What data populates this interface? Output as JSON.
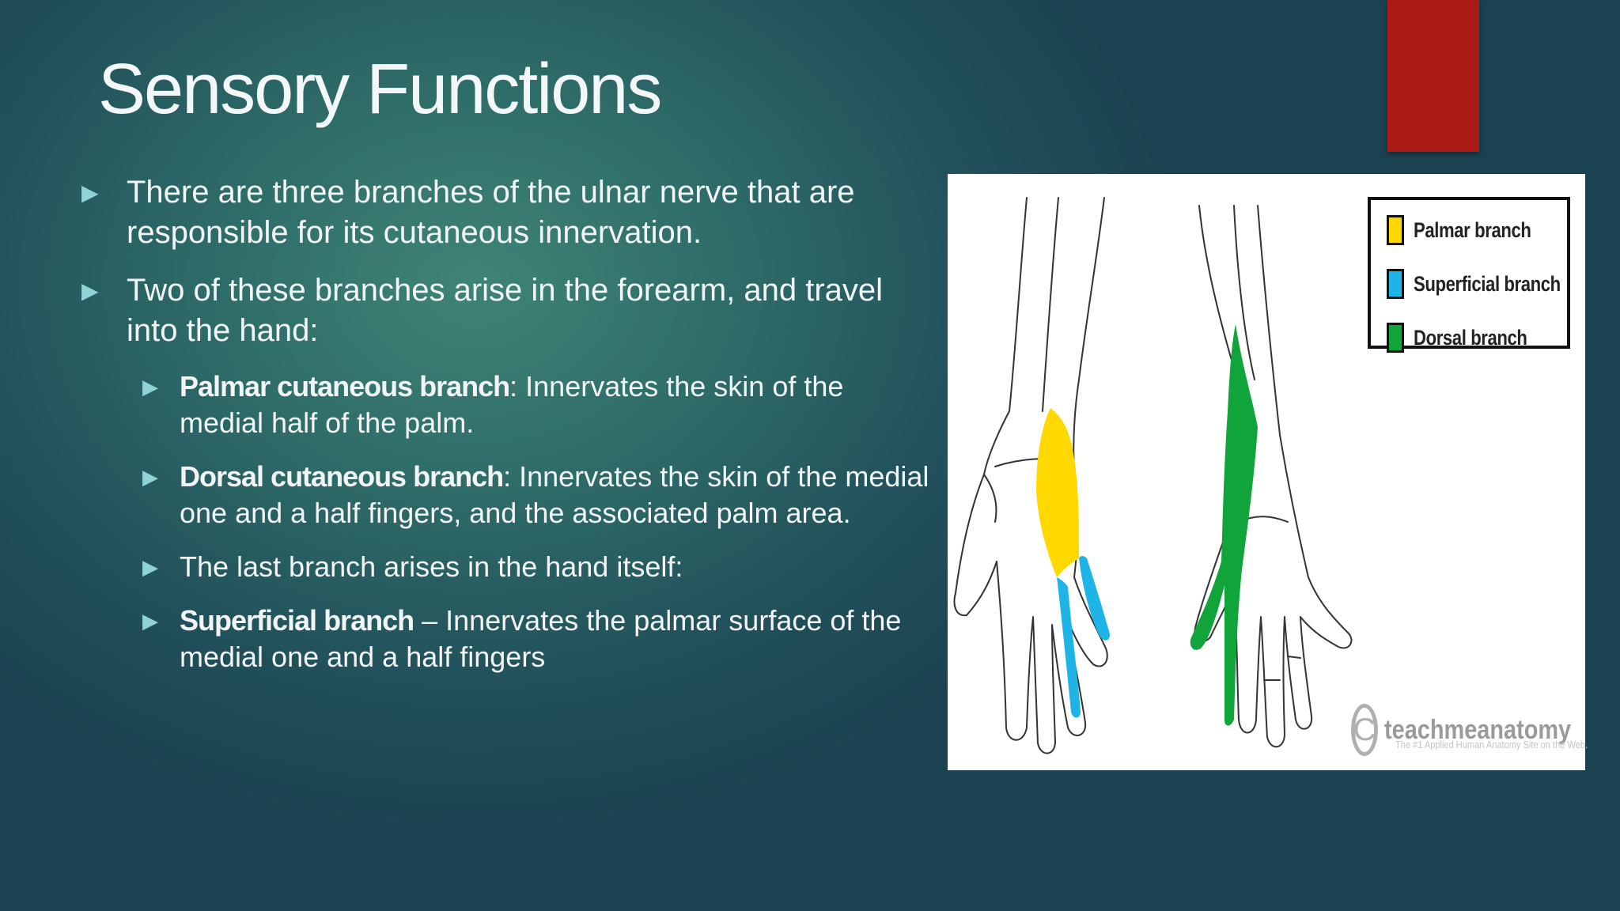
{
  "slide": {
    "title": "Sensory Functions",
    "accent_color": "#a91b14",
    "bullet_color": "#8fd3d6"
  },
  "bullets": [
    {
      "text": "There are three branches of the ulnar nerve that are responsible for its cutaneous innervation."
    },
    {
      "text": "Two of these branches arise in the forearm, and travel into the hand:"
    }
  ],
  "sub_bullets": [
    {
      "bold": "Palmar cutaneous branch",
      "text": ": Innervates the skin of the medial half of the palm."
    },
    {
      "bold": "Dorsal cutaneous branch",
      "text": ": Innervates the skin of the medial one and a half fingers, and the associated palm area."
    },
    {
      "bold": "",
      "text": "The last branch arises in the hand itself:"
    },
    {
      "bold": "Superficial branch",
      "text": " – Innervates the palmar surface of the medial one and a half fingers"
    }
  ],
  "figure": {
    "legend": [
      {
        "label": "Palmar branch",
        "color": "#ffd800"
      },
      {
        "label": "Superficial branch",
        "color": "#1eb4e6"
      },
      {
        "label": "Dorsal branch",
        "color": "#11a43a"
      }
    ],
    "brand": "teachmeanatomy",
    "tagline": "The #1 Applied Human Anatomy Site on the Web.",
    "copyright_symbol": "C"
  }
}
